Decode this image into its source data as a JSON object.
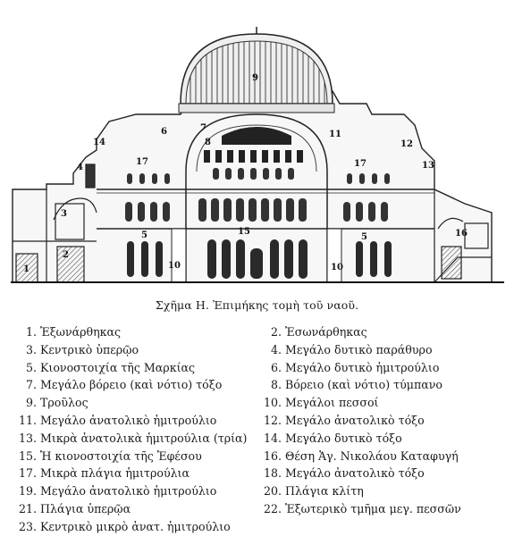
{
  "figure": {
    "labels": [
      "1",
      "2",
      "3",
      "4",
      "5",
      "5",
      "6",
      "7",
      "8",
      "9",
      "10",
      "10",
      "11",
      "12",
      "13",
      "14",
      "15",
      "16",
      "17",
      "17"
    ]
  },
  "caption": "Σχῆμα Η. Ἐπιμήκης τομὴ τοῦ ναοῦ.",
  "legend": {
    "left": [
      {
        "n": "1.",
        "text": "Ἐξωνάρθηκας"
      },
      {
        "n": "3.",
        "text": "Κεντρικὸ ὑπερῷο"
      },
      {
        "n": "5.",
        "text": "Κιονοστοιχία τῆς Μαρκίας"
      },
      {
        "n": "7.",
        "text": "Μεγάλο βόρειο (καὶ νότιο) τόξο"
      },
      {
        "n": "9.",
        "text": "Τροῦλος"
      },
      {
        "n": "11.",
        "text": "Μεγάλο ἀνατολικὸ ἡμιτρούλιο"
      },
      {
        "n": "13.",
        "text": "Μικρὰ ἀνατολικὰ ἡμιτρούλια (τρία)"
      },
      {
        "n": "15.",
        "text": "Ἡ κιονοστοιχία τῆς Ἐφέσου"
      },
      {
        "n": "17.",
        "text": "Μικρὰ πλάγια ἡμιτρούλια"
      },
      {
        "n": "19.",
        "text": "Μεγάλο ἀνατολικὸ ἡμιτρούλιο"
      },
      {
        "n": "21.",
        "text": "Πλάγια ὑπερῷα"
      },
      {
        "n": "23.",
        "text": "Κεντρικὸ μικρὸ ἀνατ. ἡμιτρούλιο"
      }
    ],
    "right": [
      {
        "n": "2.",
        "text": "Ἐσωνάρθηκας"
      },
      {
        "n": "4.",
        "text": "Μεγάλο δυτικὸ παράθυρο"
      },
      {
        "n": "6.",
        "text": "Μεγάλο δυτικὸ ἡμιτρούλιο"
      },
      {
        "n": "8.",
        "text": "Βόρειο (καὶ νότιο) τύμπανο"
      },
      {
        "n": "10.",
        "text": "Μεγάλοι πεσσοί"
      },
      {
        "n": "12.",
        "text": "Μεγάλο ἀνατολικὸ τόξο"
      },
      {
        "n": "14.",
        "text": "Μεγάλο δυτικὸ τόξο"
      },
      {
        "n": "16.",
        "text": "Θέση Ἁγ. Νικολάου Καταφυγή"
      },
      {
        "n": "18.",
        "text": "Μεγάλο ἀνατολικὸ τόξο"
      },
      {
        "n": "20.",
        "text": "Πλάγια κλίτη"
      },
      {
        "n": "22.",
        "text": "Ἐξωτερικὸ τμῆμα μεγ. πεσσῶν"
      }
    ]
  }
}
